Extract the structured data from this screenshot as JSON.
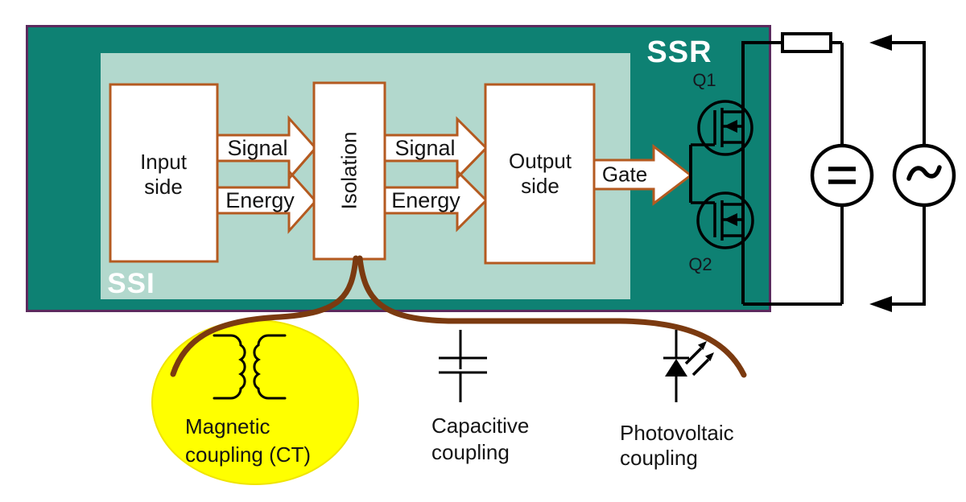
{
  "title": {
    "ssr": "SSR",
    "ssi": "SSI"
  },
  "blocks": {
    "input": {
      "line1": "Input",
      "line2": "side"
    },
    "isolation": {
      "label": "Isolation"
    },
    "output": {
      "line1": "Output",
      "line2": "side"
    }
  },
  "arrows": {
    "signal_in": "Signal",
    "energy_in": "Energy",
    "signal_out": "Signal",
    "energy_out": "Energy",
    "gate": "Gate"
  },
  "transistors": {
    "q1": "Q1",
    "q2": "Q2"
  },
  "couplings": {
    "magnetic": {
      "line1": "Magnetic",
      "line2": "coupling (CT)",
      "highlighted": true
    },
    "capacitive": {
      "line1": "Capacitive",
      "line2": "coupling",
      "highlighted": false
    },
    "photovoltaic": {
      "line1": "Photovoltaic",
      "line2": "coupling",
      "highlighted": false
    }
  },
  "icons": {
    "dc_source_icon": "=",
    "ac_source_icon": "~",
    "left_arrow_icon": "◀",
    "transformer_icon": "coupled-coils",
    "capacitor_icon": "parallel-plates",
    "photodiode_icon": "diode-with-light-arrows",
    "mosfet_icon": "n-channel-mosfet-in-circle",
    "resistor_icon": "rectangle-resistor"
  },
  "colors": {
    "ssr_fill": "#0E8173",
    "ssr_border": "#5C2A5E",
    "ssi_fill": "#B2D8CD",
    "box_border": "#B45A20",
    "box_fill": "#FFFFFF",
    "highlight_yellow": "#FFFF00",
    "brace_brown": "#7B3A10",
    "wire_black": "#000000",
    "text_black": "#141414"
  }
}
